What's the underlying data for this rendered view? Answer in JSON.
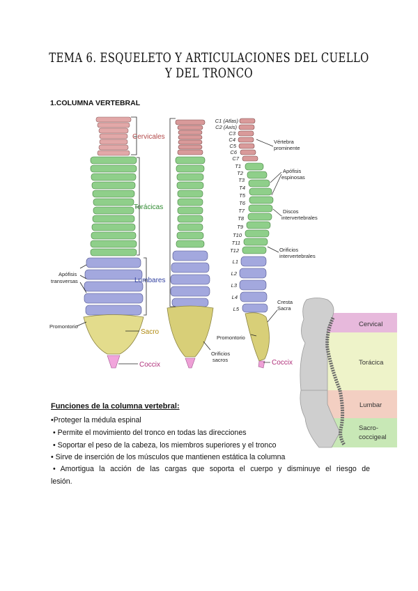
{
  "title": "TEMA 6. ESQUELETO Y ARTICULACIONES DEL CUELLO Y DEL TRONCO",
  "section": "1.COLUMNA VERTEBRAL",
  "anterior_view": {
    "regions": [
      "Cervicales",
      "Torácicas",
      "Lumbares",
      "Sacro",
      "Coccix"
    ],
    "side_labels": [
      "Apófisis",
      "transversas",
      "Promontorio"
    ]
  },
  "posterior_view": {
    "labels": [
      "Orificios",
      "sacros"
    ]
  },
  "lateral_view": {
    "vertebrae": [
      "C1 (Atlas)",
      "C2 (Axis)",
      "C3",
      "C4",
      "C5",
      "C6",
      "C7",
      "T1",
      "T2",
      "T3",
      "T4",
      "T5",
      "T6",
      "T7",
      "T8",
      "T9",
      "T10",
      "T11",
      "T12",
      "L1",
      "L2",
      "L3",
      "L4",
      "L5"
    ],
    "annotations": [
      "Vértebra",
      "prominente",
      "Apófisis",
      "espinosas",
      "Discos",
      "intervertebrales",
      "Orificios",
      "intervertebrales",
      "Cresta",
      "Sacra",
      "Promontorio",
      "Coccix"
    ]
  },
  "curvature_figure": {
    "regions": [
      "Cervical",
      "Torácica",
      "Lumbar",
      "Sacro-",
      "coccigeal"
    ],
    "colors": [
      "#e7b9dc",
      "#eef3c9",
      "#f3cfc2",
      "#c8e8b6"
    ]
  },
  "functions": {
    "title": "Funciones de la columna vertebral:",
    "items": [
      "•Proteger la médula espinal",
      "• Permite el movimiento del tronco en todas las direcciones",
      "• Soportar el peso de la cabeza, los miembros superiores y el tronco",
      "• Sirve de inserción de los músculos que mantienen estática la columna",
      "• Amortigua la acción de las cargas que soporta el cuerpo y disminuye el riesgo de",
      "lesión."
    ]
  }
}
